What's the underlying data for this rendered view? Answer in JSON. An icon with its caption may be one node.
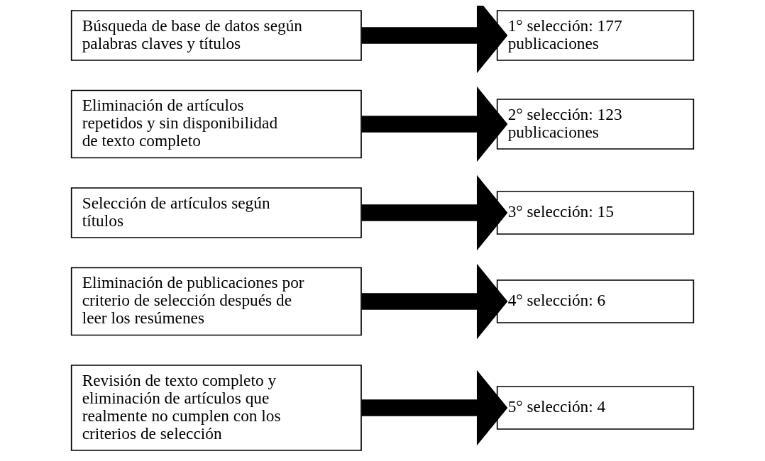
{
  "diagram": {
    "nodes": [
      {
        "text": [
          "Búsqueda de base de datos según palabras claves y títulos"
        ]
      },
      {
        "text": [
          "Eliminación de artículos repetidos y sin disponibilidad de texto completo"
        ]
      },
      {
        "text": [
          "Selección de artículos según títulos"
        ]
      },
      {
        "text": [
          "Eliminación de publicaciones por criterio de selección después de leer los resúmenes"
        ]
      },
      {
        "text": [
          "Revisión de texto completo y eliminación de artículos que realmente no cumplen con los criterios de selección"
        ]
      },
      {
        "text": [
          "1° selección: 177 publicaciones"
        ]
      },
      {
        "text": [
          "2° selección: 123 publicaciones"
        ]
      },
      {
        "text": [
          "3° selección: 15"
        ]
      },
      {
        "text": [
          "4° selección: 6"
        ]
      },
      {
        "text": [
          "5° selección: 4"
        ]
      }
    ],
    "edges": [
      {
        "from": 0,
        "to": 5,
        "arrow": "to"
      },
      {
        "from": 1,
        "to": 6,
        "arrow": "to"
      },
      {
        "from": 2,
        "to": 7,
        "arrow": "to"
      },
      {
        "from": 3,
        "to": 8,
        "arrow": "to"
      },
      {
        "from": 4,
        "to": 9,
        "arrow": "to"
      }
    ]
  }
}
